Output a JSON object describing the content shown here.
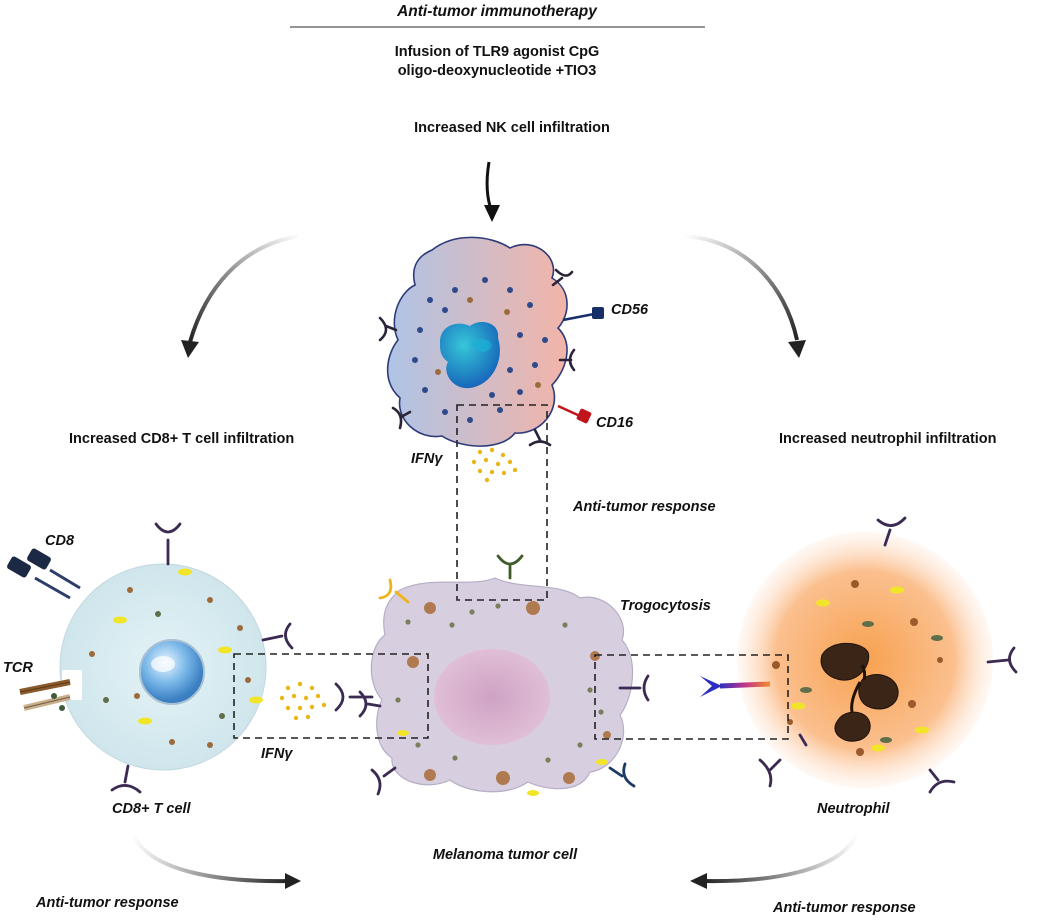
{
  "title": "Anti-tumor immunotherapy",
  "treatment": {
    "line1": "Infusion of TLR9 agonist CpG",
    "line2": "oligo-deoxynucleotide +TIO3"
  },
  "nk_step": "Increased NK cell infiltration",
  "cd8_step": "Increased CD8+ T cell infiltration",
  "neutrophil_step": "Increased neutrophil infiltration",
  "markers": {
    "cd56": "CD56",
    "cd16": "CD16",
    "cd8": "CD8",
    "tcr": "TCR",
    "ifng_nk": "IFNγ",
    "ifng_t": "IFNγ"
  },
  "processes": {
    "nk_response": "Anti-tumor response",
    "trogocytosis": "Trogocytosis"
  },
  "cells": {
    "t_cell": "CD8+ T cell",
    "tumor": "Melanoma tumor cell",
    "neutrophil": "Neutrophil"
  },
  "bottom": {
    "left_response": "Anti-tumor response",
    "right_response": "Anti-tumor response"
  },
  "colors": {
    "nk_cell": "#c9a7c0",
    "t_cell": "#d6ebef",
    "tumor_cell": "#d7cfe0",
    "neutrophil": "#f7a45a",
    "receptor": "#3b2a52",
    "cytokine": "#e9b618",
    "cd56": "#17306a",
    "cd16": "#c0161b"
  }
}
